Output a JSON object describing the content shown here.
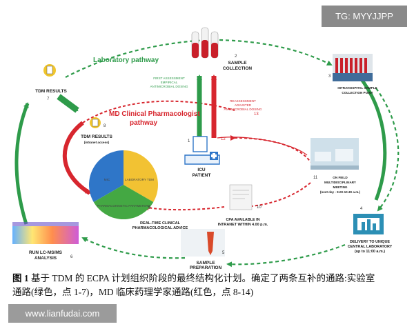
{
  "watermarks": {
    "top_right": "TG: MYYJJPP",
    "bottom_left": "www.lianfudai.com"
  },
  "diagram": {
    "laboratory_pathway": "Laboratory pathway",
    "md_pathway_line1": "MD Clinical Pharmacologist",
    "md_pathway_line2": "pathway",
    "first_assessment": [
      "FIRST ASSESSMENT",
      "EMPIRICAL",
      "ANTIMICROBIAL DOSING"
    ],
    "reassessment": [
      "REASSESSMENT",
      "ADJUSTED",
      "ANTIMICROBIAL DOSING"
    ],
    "nodes": {
      "tdm_results": {
        "num": "7",
        "label": "TDM RESULTS"
      },
      "sample_collection": {
        "num": "2",
        "label": [
          "SAMPLE",
          "COLLECTION"
        ]
      },
      "intrahospital": {
        "num": "3",
        "label": [
          "INTRAHOSPITAL SAMPLE",
          "COLLECTION POINT"
        ]
      },
      "tdm_intranet": {
        "num": "8",
        "label": [
          "TDM RESULTS",
          "(intranet access)"
        ]
      },
      "icu_patient": {
        "num": "1",
        "label": [
          "ICU",
          "PATIENT"
        ]
      },
      "step12": {
        "num": "12"
      },
      "step13": {
        "num": "13"
      },
      "on_field": {
        "num": "11",
        "label": [
          "ON FIELD",
          "MULTIDISCIPLINARY",
          "MEETING",
          "(next day - 9.00-10.30 a.m.)"
        ]
      },
      "delivery": {
        "num": "4",
        "label": [
          "DELIVERY TO UNIQUE",
          "CENTRAL LABORATORY",
          "(up to 11:00 a.m.)"
        ]
      },
      "cpa": {
        "num": "10",
        "label": [
          "CPA AVAILABLE IN",
          "INTRANET WITHIN 4.00 p.m."
        ]
      },
      "realtime": {
        "num": "9",
        "label": [
          "REAL-TIME CLINICAL",
          "PHARMACOLOGICAL ADVICE"
        ]
      },
      "sample_prep": {
        "num": "5",
        "label": [
          "SAMPLE",
          "PREPARATION"
        ]
      },
      "run_lcms": {
        "num": "6",
        "label": [
          "RUN LC-MS/MS",
          "ANALYSIS"
        ]
      }
    },
    "pie_labels": {
      "left": "MIC",
      "right": "LABORATORY TDM",
      "bottom": "PHARMACOKINETIC PARAMETERS"
    }
  },
  "caption": {
    "fig_label": "图 1",
    "line1_rest": " 基于 TDM 的 ECPA 计划组织阶段的最终结构化计划。确定了两条互补的通路:实验室",
    "line2": "通路(绿色，点 1-7)，MD 临床药理学家通路(红色，点 8-14)"
  },
  "colors": {
    "green": "#2e9b4a",
    "red": "#d7262e",
    "blue_pie": "#2f76c8",
    "yellow_pie": "#f2c233",
    "green_pie": "#44a843"
  }
}
